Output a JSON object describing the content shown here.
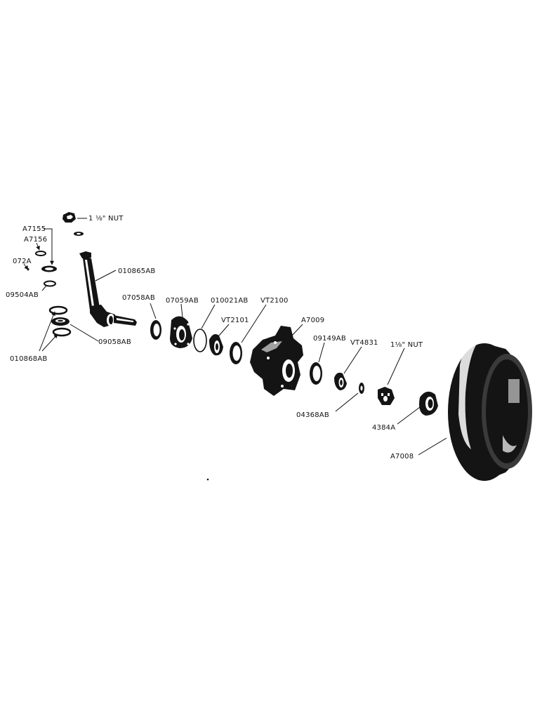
{
  "diagram": {
    "labels": {
      "nut_top": "1 ⅛\" NUT",
      "a7155": "A7155",
      "a7156": "A7156",
      "p072a": "072A",
      "p09504ab": "09504AB",
      "p010865ab": "010865AB",
      "p09058ab": "09058AB",
      "p010868ab": "010868AB",
      "p07058ab": "07058AB",
      "p07059ab": "07059AB",
      "p010021ab": "010021AB",
      "vt2101": "VT2101",
      "vt2100": "VT2100",
      "a7009": "A7009",
      "p09149ab": "09149AB",
      "vt4831": "VT4831",
      "nut_hub": "1⅛\" NUT",
      "p04368ab": "04368AB",
      "p4384a": "4384A",
      "a7008": "A7008"
    }
  }
}
